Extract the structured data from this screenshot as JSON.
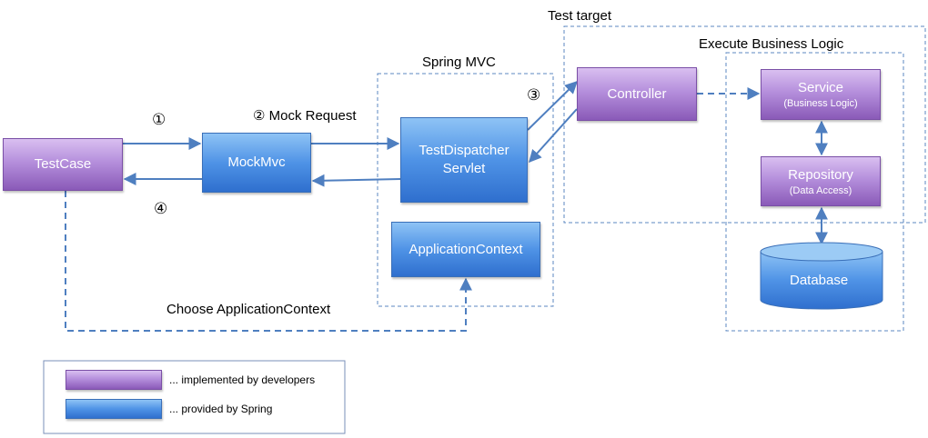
{
  "labels": {
    "test_target": "Test target",
    "execute_business_logic": "Execute Business Logic",
    "spring_mvc": "Spring MVC",
    "step1": "①",
    "step2": "② Mock Request",
    "step3": "③",
    "step4": "④",
    "choose_context": "Choose ApplicationContext"
  },
  "nodes": {
    "testcase": "TestCase",
    "mockmvc": "MockMvc",
    "dispatcher_line1": "TestDispatcher",
    "dispatcher_line2": "Servlet",
    "app_context": "ApplicationContext",
    "controller": "Controller",
    "service": "Service",
    "service_sub": "(Business Logic)",
    "repository": "Repository",
    "repository_sub": "(Data Access)",
    "database": "Database"
  },
  "legend": {
    "developers": "... implemented by developers",
    "spring": "... provided by Spring"
  },
  "colors": {
    "purple_node": "#a57fd0",
    "blue_node": "#4a8de2",
    "connector": "#4f7fc0",
    "dashed_border": "#5b87c0"
  }
}
